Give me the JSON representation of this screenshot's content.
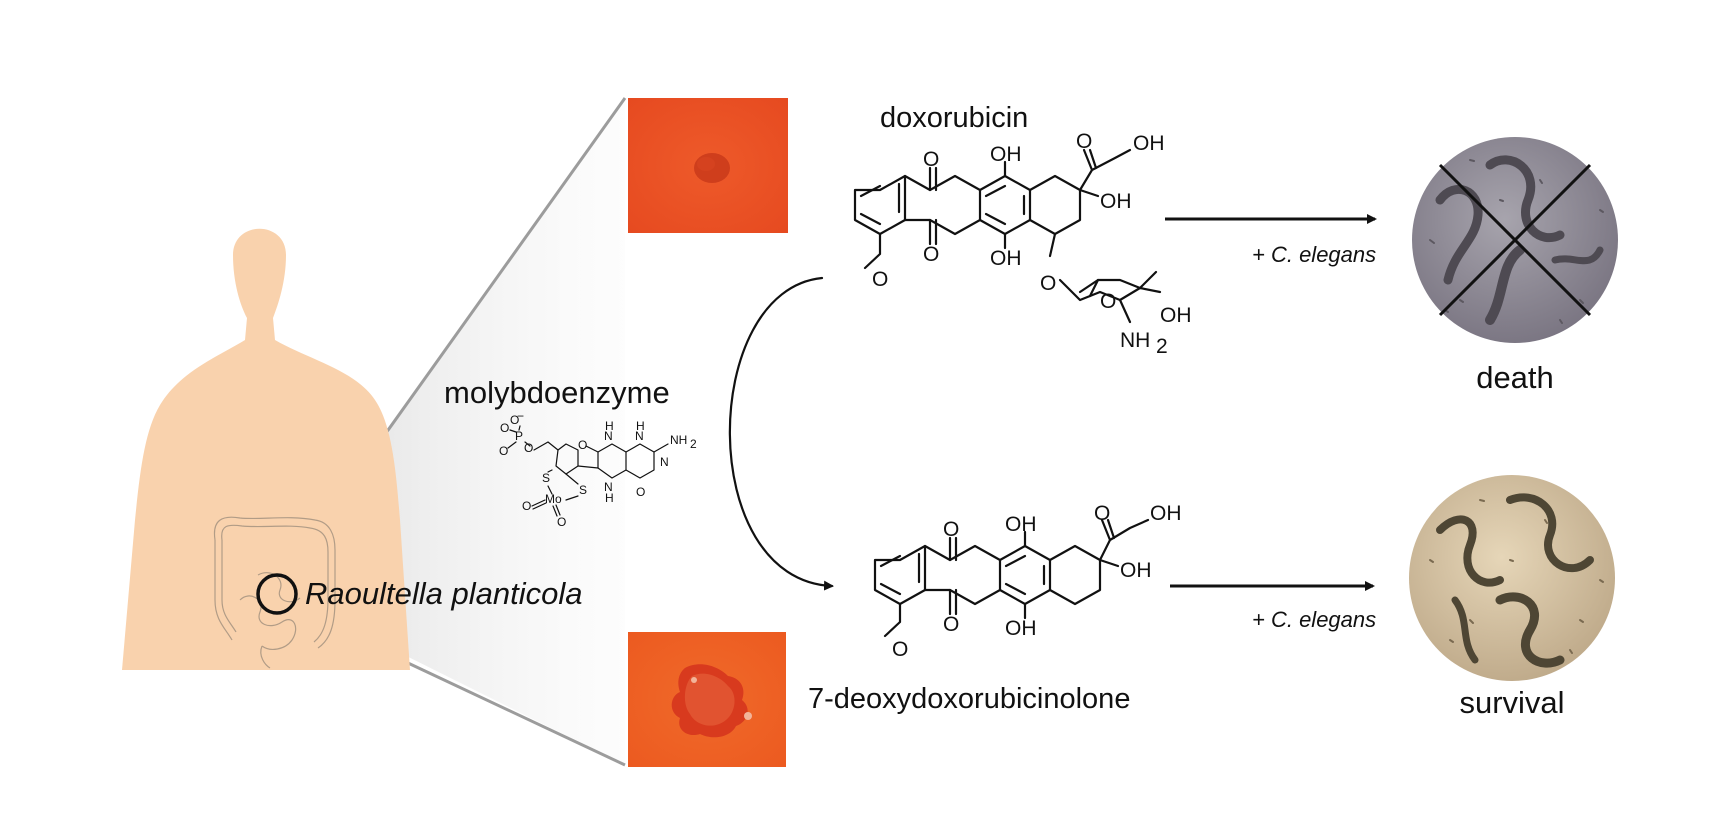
{
  "figure": {
    "organism_label": "Raoultella planticola",
    "enzyme_label": "molybdoenzyme",
    "substrate_label": "doxorubicin",
    "product_label": "7-deoxydoxorubicinolone",
    "treatment_label_top": "+ C. elegans",
    "treatment_label_bottom": "+ C. elegans",
    "outcome_top": "death",
    "outcome_bottom": "survival"
  },
  "atoms": {
    "O": "O",
    "OH": "OH",
    "NH2": "NH",
    "sub2": "2",
    "N": "N",
    "H": "H",
    "S": "S",
    "Mo": "Mo",
    "P": "P",
    "Ominus": "O"
  },
  "colors": {
    "body": "#f9d2ad",
    "colony_plate": "#e84a1e",
    "arrow": "#111111",
    "worm_bg_top": "#8c8790",
    "worm_bg_bottom": "#d2c0a0"
  },
  "icons": {
    "human": "human-silhouette-icon",
    "intestine": "intestine-icon",
    "worm": "worm-icon"
  }
}
